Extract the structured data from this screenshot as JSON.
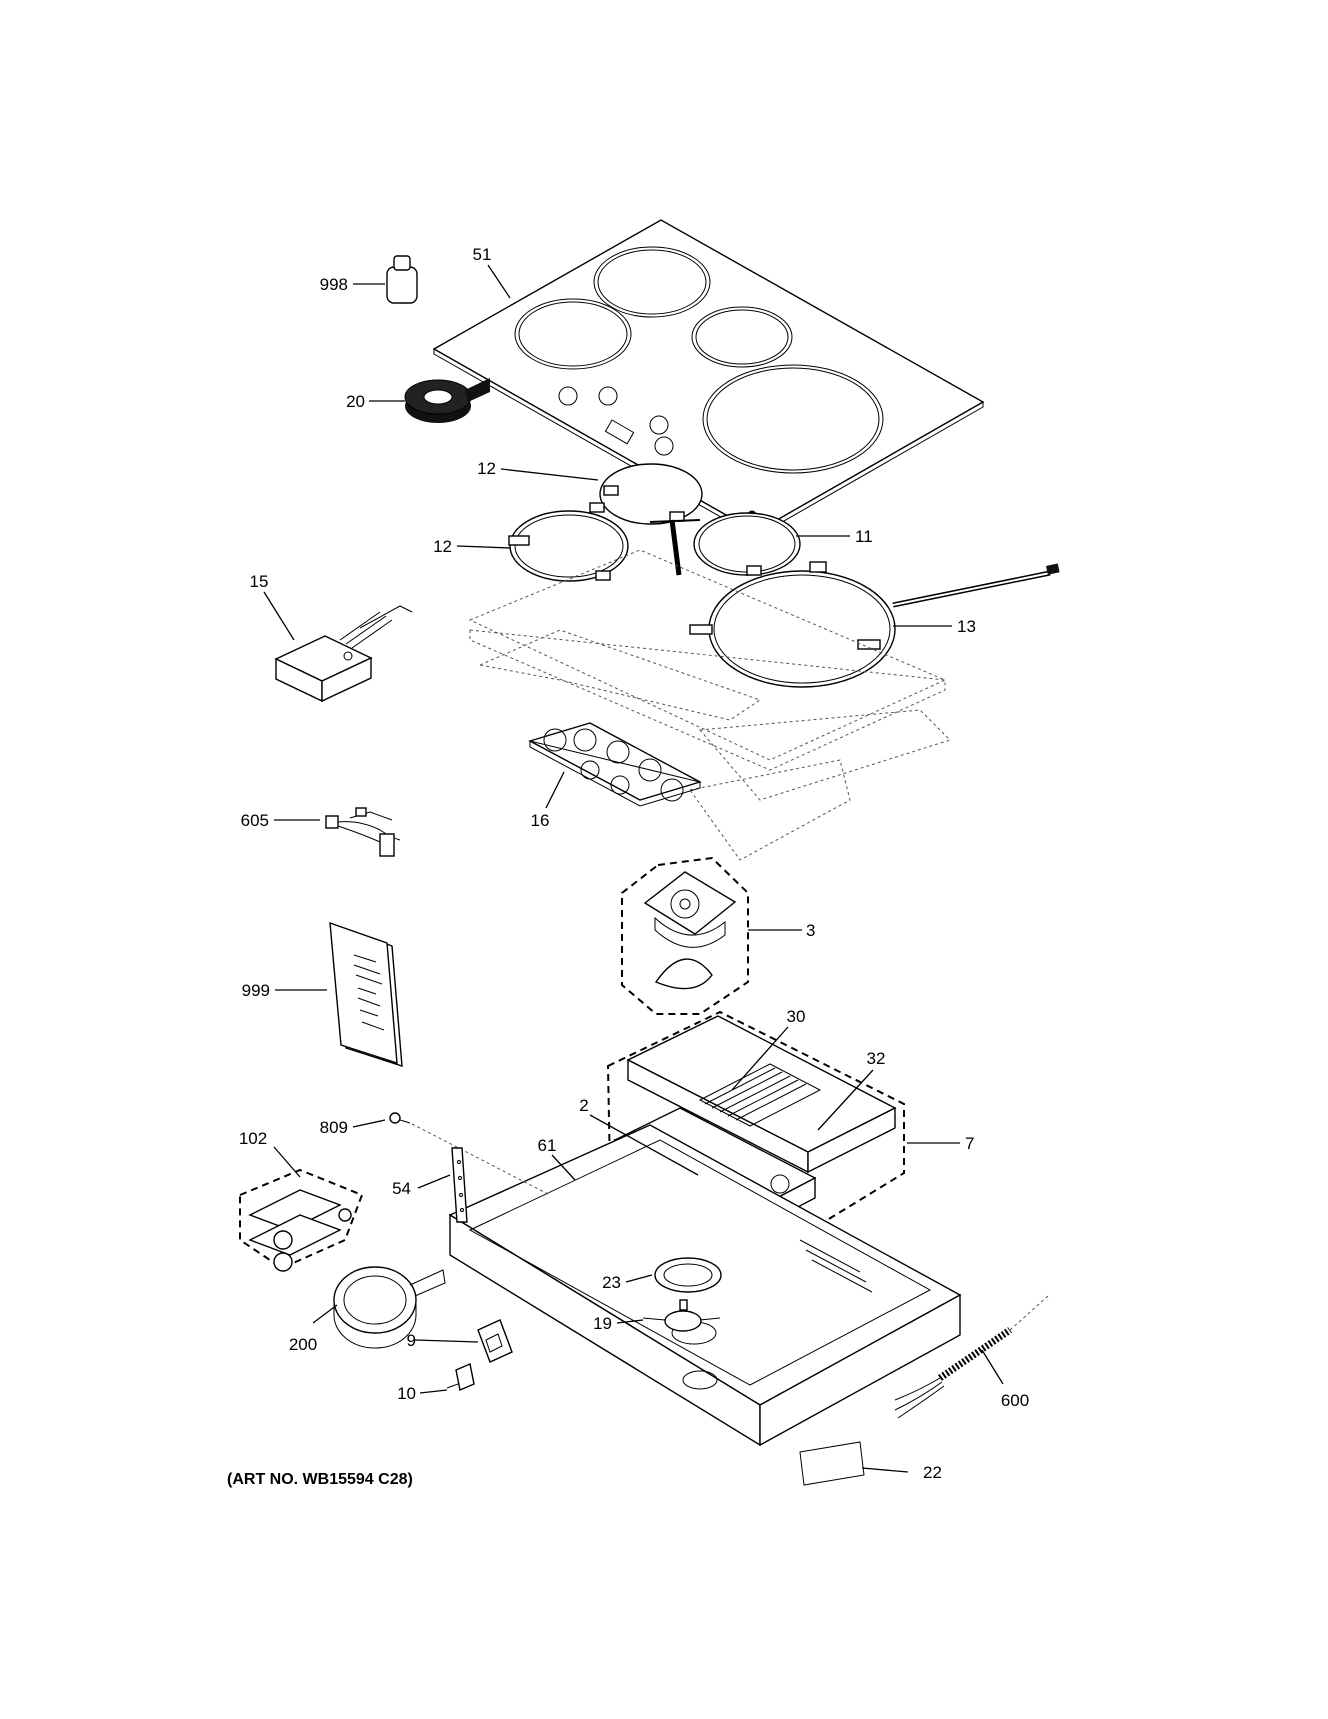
{
  "labels": {
    "p998": "998",
    "p51": "51",
    "p20": "20",
    "p12a": "12",
    "p12b": "12",
    "p11": "11",
    "p15": "15",
    "p13": "13",
    "p605": "605",
    "p16": "16",
    "p3": "3",
    "p999": "999",
    "p30": "30",
    "p32": "32",
    "p809": "809",
    "p2": "2",
    "p61": "61",
    "p7": "7",
    "p102": "102",
    "p54": "54",
    "p23": "23",
    "p19": "19",
    "p200": "200",
    "p9": "9",
    "p10": "10",
    "p600": "600",
    "p22": "22"
  },
  "caption": "(ART NO. WB15594 C28)"
}
